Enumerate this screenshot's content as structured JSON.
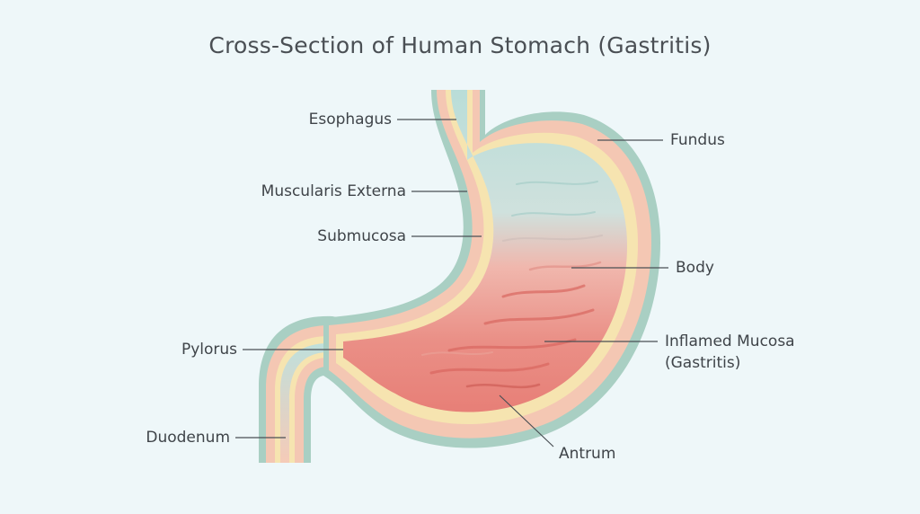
{
  "title": "Cross-Section of Human Stomach (Gastritis)",
  "labels": {
    "esophagus": "Esophagus",
    "muscularis_externa": "Muscularis Externa",
    "submucosa": "Submucosa",
    "pylorus": "Pylorus",
    "duodenum": "Duodenum",
    "fundus": "Fundus",
    "body": "Body",
    "inflamed_mucosa_line1": "Inflamed Mucosa",
    "inflamed_mucosa_line2": "(Gastritis)",
    "antrum": "Antrum"
  },
  "colors": {
    "background": "#eef7f9",
    "outer_serosa": "#a9cfc3",
    "muscularis": "#f4c7b3",
    "submucosa": "#f6e4b0",
    "mucosa_healthy": "#bfe0dc",
    "mucosa_inflamed": "#ea8f86",
    "leader_line": "#4a4f54"
  }
}
